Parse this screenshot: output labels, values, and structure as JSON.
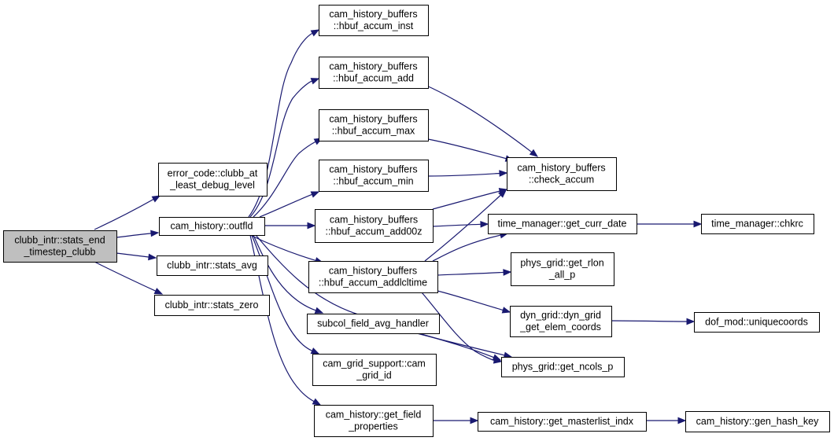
{
  "graph": {
    "edge_color": "#191970",
    "root_fill": "#bfbfbf",
    "nodes": [
      {
        "id": "root",
        "lines": [
          "clubb_intr::stats_end",
          "_timestep_clubb"
        ]
      },
      {
        "id": "errcode",
        "lines": [
          "error_code::clubb_at",
          "_least_debug_level"
        ]
      },
      {
        "id": "outfld",
        "lines": [
          "cam_history::outfld"
        ]
      },
      {
        "id": "statsavg",
        "lines": [
          "clubb_intr::stats_avg"
        ]
      },
      {
        "id": "statszero",
        "lines": [
          "clubb_intr::stats_zero"
        ]
      },
      {
        "id": "inst",
        "lines": [
          "cam_history_buffers",
          "::hbuf_accum_inst"
        ]
      },
      {
        "id": "add",
        "lines": [
          "cam_history_buffers",
          "::hbuf_accum_add"
        ]
      },
      {
        "id": "max",
        "lines": [
          "cam_history_buffers",
          "::hbuf_accum_max"
        ]
      },
      {
        "id": "min",
        "lines": [
          "cam_history_buffers",
          "::hbuf_accum_min"
        ]
      },
      {
        "id": "add00z",
        "lines": [
          "cam_history_buffers",
          "::hbuf_accum_add00z"
        ]
      },
      {
        "id": "addlcl",
        "lines": [
          "cam_history_buffers",
          "::hbuf_accum_addlcltime"
        ]
      },
      {
        "id": "subcol",
        "lines": [
          "subcol_field_avg_handler"
        ]
      },
      {
        "id": "gridid",
        "lines": [
          "cam_grid_support::cam",
          "_grid_id"
        ]
      },
      {
        "id": "fieldprop",
        "lines": [
          "cam_history::get_field",
          "_properties"
        ]
      },
      {
        "id": "check",
        "lines": [
          "cam_history_buffers",
          "::check_accum"
        ]
      },
      {
        "id": "currdate",
        "lines": [
          "time_manager::get_curr_date"
        ]
      },
      {
        "id": "rlon",
        "lines": [
          "phys_grid::get_rlon",
          "_all_p"
        ]
      },
      {
        "id": "elem",
        "lines": [
          "dyn_grid::dyn_grid",
          "_get_elem_coords"
        ]
      },
      {
        "id": "ncols",
        "lines": [
          "phys_grid::get_ncols_p"
        ]
      },
      {
        "id": "masterlist",
        "lines": [
          "cam_history::get_masterlist_indx"
        ]
      },
      {
        "id": "chkrc",
        "lines": [
          "time_manager::chkrc"
        ]
      },
      {
        "id": "unique",
        "lines": [
          "dof_mod::uniquecoords"
        ]
      },
      {
        "id": "hashkey",
        "lines": [
          "cam_history::gen_hash_key"
        ]
      }
    ],
    "edges": [
      [
        "root",
        "errcode"
      ],
      [
        "root",
        "outfld"
      ],
      [
        "root",
        "statsavg"
      ],
      [
        "root",
        "statszero"
      ],
      [
        "outfld",
        "inst"
      ],
      [
        "outfld",
        "add"
      ],
      [
        "outfld",
        "max"
      ],
      [
        "outfld",
        "min"
      ],
      [
        "outfld",
        "add00z"
      ],
      [
        "outfld",
        "addlcl"
      ],
      [
        "outfld",
        "subcol"
      ],
      [
        "outfld",
        "gridid"
      ],
      [
        "outfld",
        "fieldprop"
      ],
      [
        "outfld",
        "ncols"
      ],
      [
        "add",
        "check"
      ],
      [
        "max",
        "check"
      ],
      [
        "min",
        "check"
      ],
      [
        "add00z",
        "check"
      ],
      [
        "addlcl",
        "check"
      ],
      [
        "add00z",
        "currdate"
      ],
      [
        "addlcl",
        "currdate"
      ],
      [
        "addlcl",
        "rlon"
      ],
      [
        "addlcl",
        "elem"
      ],
      [
        "addlcl",
        "ncols"
      ],
      [
        "subcol",
        "ncols"
      ],
      [
        "currdate",
        "chkrc"
      ],
      [
        "elem",
        "unique"
      ],
      [
        "fieldprop",
        "masterlist"
      ],
      [
        "masterlist",
        "hashkey"
      ]
    ]
  }
}
